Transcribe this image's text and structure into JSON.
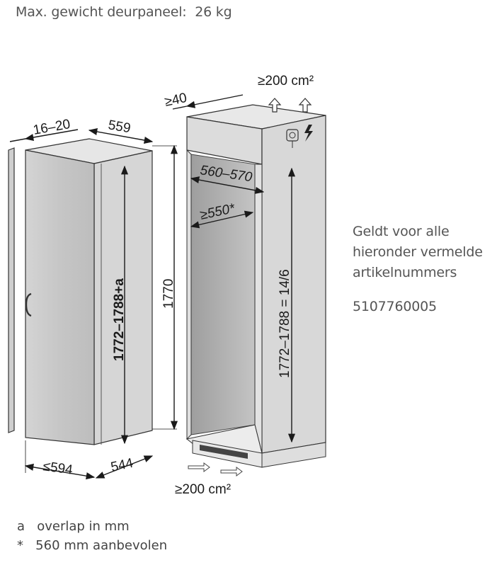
{
  "header": {
    "max_weight": "Max. gewicht deurpaneel:  26 kg"
  },
  "note": {
    "line1": "Geldt voor alle",
    "line2": "hieronder vermelde",
    "line3": "artikelnummers",
    "article_number": "5107760005"
  },
  "appliance": {
    "dim_panel": "16–20",
    "dim_depth": "559",
    "dim_height_overlap": "1772–1788+a",
    "dim_height": "1770",
    "dim_width": "≤594",
    "dim_bottom_depth": "544"
  },
  "niche": {
    "dim_top_depth": "≥40",
    "dim_vent_top": "≥200 cm²",
    "dim_width_inner": "560–570",
    "dim_width_min": "≥550*",
    "dim_height": "1772–1788 = 14/6",
    "dim_vent_bottom": "≥200 cm²"
  },
  "legend": {
    "a_key": "a",
    "a_text": "overlap in mm",
    "star_key": "*",
    "star_text": "560 mm aanbevolen"
  },
  "colors": {
    "appliance_front": "#c9c9c9",
    "niche_side": "#d8d8d8",
    "niche_inner": "#b8b8b8",
    "line": "#1a1a1a"
  },
  "icons": [
    "vent-arrow-up-icon",
    "vent-arrow-in-icon",
    "power-socket-icon",
    "lightning-icon",
    "door-handle-icon"
  ]
}
